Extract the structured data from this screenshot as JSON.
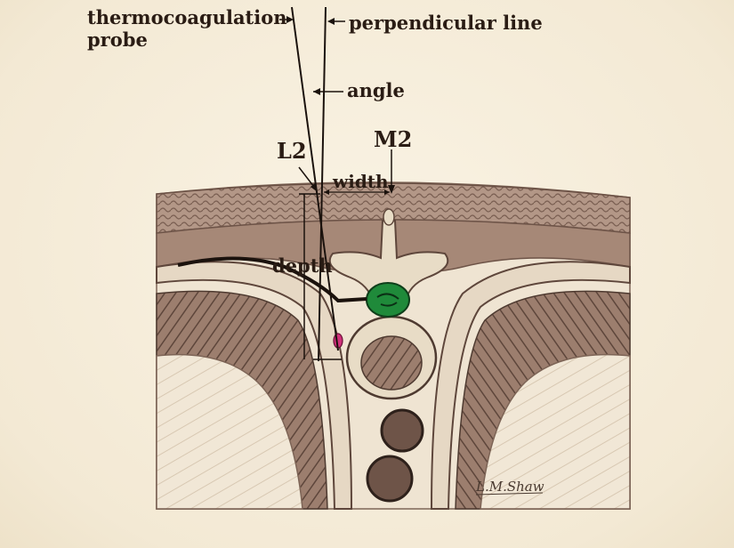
{
  "labels": {
    "probe_line1": "thermocoagulation",
    "probe_line2": "probe",
    "perpendicular": "perpendicular line",
    "angle": "angle",
    "l2": "L2",
    "m2": "M2",
    "width": "width",
    "depth": "depth"
  },
  "signature": "L.M.Shaw",
  "colors": {
    "background": "#f6eedd",
    "tissue": "#a88a7a",
    "tissue_dark": "#6e5448",
    "bone": "#e8dcc6",
    "ganglion": "#1f8a3a",
    "lesion": "#d0307a",
    "ink": "#1b120d"
  }
}
